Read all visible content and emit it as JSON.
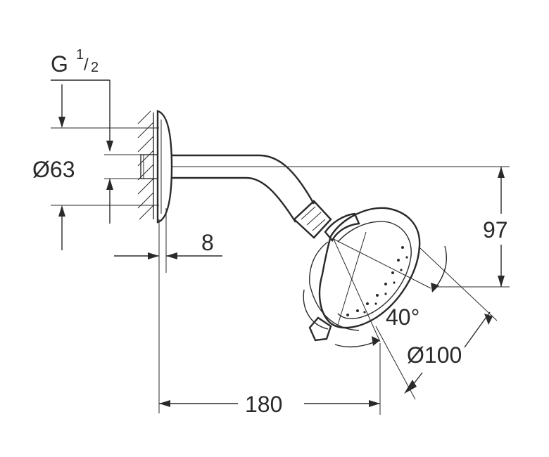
{
  "dimensions": {
    "thread": {
      "prefix": "G",
      "num": "1",
      "den": "2"
    },
    "flange_diameter": "Ø63",
    "wall_gap": "8",
    "projection": "180",
    "drop": "97",
    "spray_angle": "40°",
    "head_diameter": "Ø100"
  },
  "colors": {
    "line": "#2a2a2a",
    "background": "#ffffff"
  }
}
